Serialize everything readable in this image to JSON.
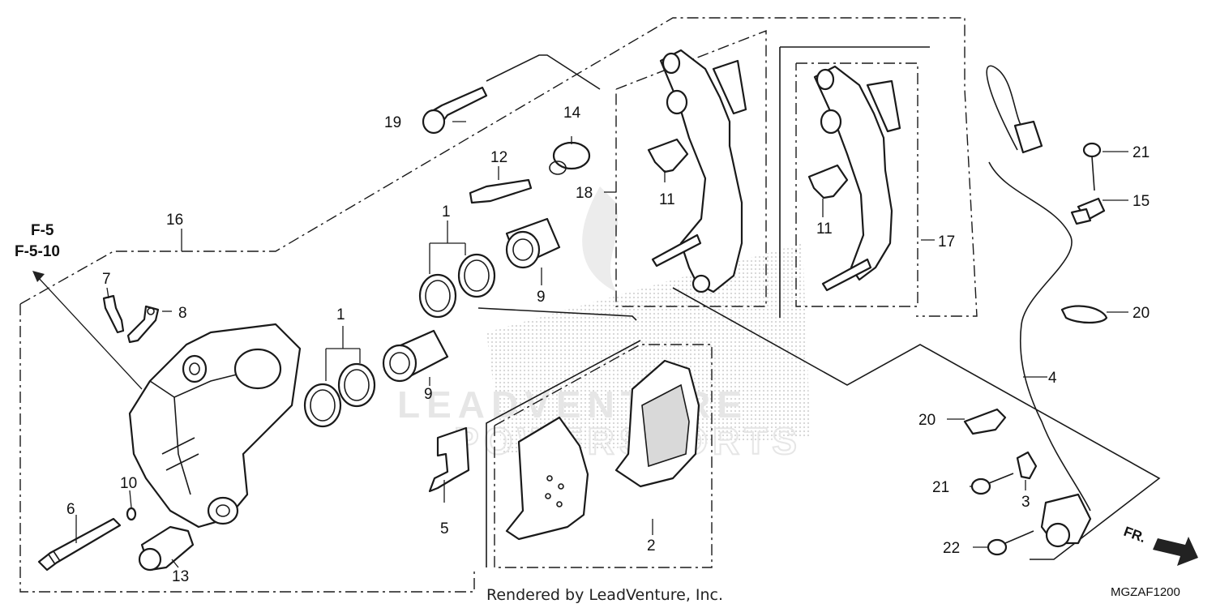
{
  "watermark": {
    "line1": "LEADVENTURE",
    "line2": "POWERSPORTS"
  },
  "credit": "Rendered by LeadVenture, Inc.",
  "diagram_code": "MGZAF1200",
  "ref_labels": [
    "F-5",
    "F-5-10"
  ],
  "direction_label": "FR.",
  "callouts": [
    "1",
    "1",
    "2",
    "3",
    "4",
    "5",
    "6",
    "7",
    "8",
    "9",
    "9",
    "10",
    "11",
    "11",
    "12",
    "13",
    "14",
    "15",
    "16",
    "17",
    "18",
    "19",
    "20",
    "20",
    "21",
    "21",
    "22"
  ]
}
